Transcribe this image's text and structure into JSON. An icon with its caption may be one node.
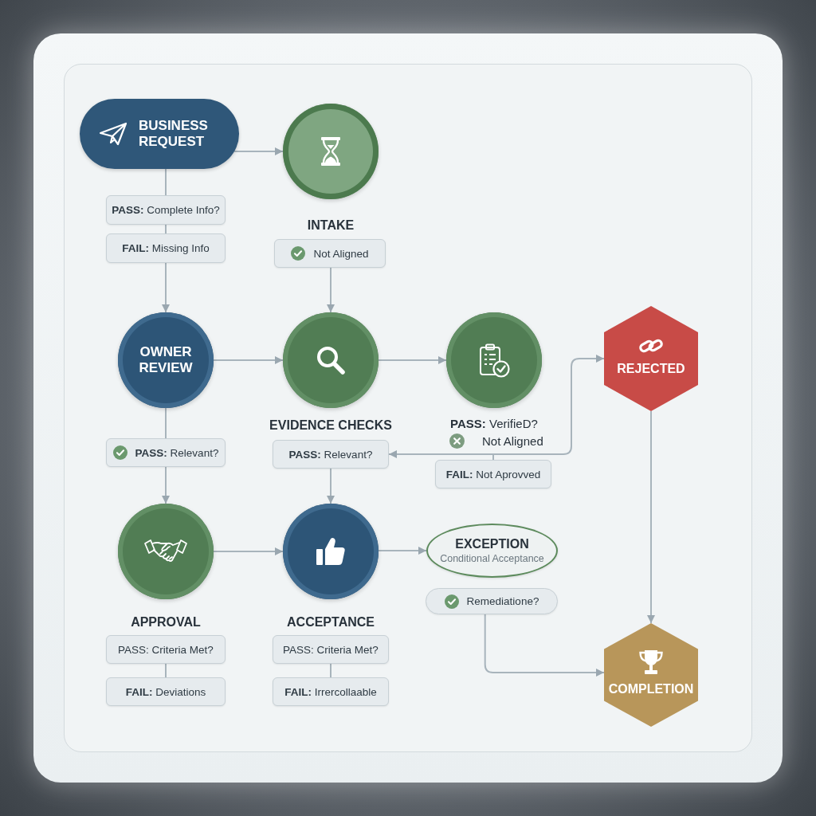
{
  "diagram": {
    "nodes": [
      {
        "text": [
          "BUSINESS REQUEST"
        ]
      },
      {
        "text": [
          "INTAKE"
        ]
      },
      {
        "text": [
          "**PASS:** Complete Info?"
        ]
      },
      {
        "text": [
          "**FAIL:** Missing Info"
        ]
      },
      {
        "text": [
          "Not Aligned"
        ]
      },
      {
        "text": [
          "OWNER REVIEW"
        ]
      },
      {
        "text": [
          "EVIDENCE CHECKS"
        ]
      },
      {
        "text": [
          "**PASS:** VerifieD?"
        ],
        "beside": [
          "Not Aligned"
        ]
      },
      {
        "text": [
          "REJECTED"
        ]
      },
      {
        "text": [
          "**PASS:** Relevant?"
        ]
      },
      {
        "text": [
          "**PASS:** Relevant?"
        ]
      },
      {
        "text": [
          "**FAIL:** Not Aprovved"
        ]
      },
      {
        "text": [
          "APPROVAL"
        ]
      },
      {
        "text": [
          "ACCEPTANCE"
        ]
      },
      {
        "text": [
          "EXCEPTION",
          "Conditional Acceptance"
        ]
      },
      {
        "text": [
          "Remediatione?"
        ]
      },
      {
        "text": [
          "COMPLETION"
        ]
      },
      {
        "text": [
          "PASS: Criteria Met?"
        ]
      },
      {
        "text": [
          "**FAIL:** Deviations"
        ]
      },
      {
        "text": [
          "PASS: Criteria Met?"
        ]
      },
      {
        "text": [
          "**FAIL:** Irrercollaable"
        ]
      }
    ],
    "edges": [
      {
        "from": 0,
        "to": 1,
        "arrow": "to"
      },
      {
        "from": 0,
        "to": 2,
        "arrow": "none"
      },
      {
        "from": 2,
        "to": 3,
        "arrow": "none"
      },
      {
        "from": 3,
        "to": 5,
        "arrow": "to"
      },
      {
        "from": 4,
        "to": 6,
        "arrow": "to"
      },
      {
        "from": 5,
        "to": 6,
        "arrow": "to"
      },
      {
        "from": 6,
        "to": 7,
        "arrow": "to"
      },
      {
        "from": 5,
        "to": 9,
        "arrow": "none"
      },
      {
        "from": 9,
        "to": 12,
        "arrow": "to"
      },
      {
        "from": 10,
        "to": 13,
        "arrow": "to"
      },
      {
        "from": 11,
        "to": 10,
        "arrow": "to"
      },
      {
        "from": 11,
        "to": 8,
        "arrow": "to"
      },
      {
        "from": 12,
        "to": 13,
        "arrow": "to"
      },
      {
        "from": 13,
        "to": 14,
        "arrow": "to"
      },
      {
        "from": 8,
        "to": 16,
        "arrow": "to"
      },
      {
        "from": 15,
        "to": 16,
        "arrow": "to"
      },
      {
        "from": 17,
        "to": 18,
        "arrow": "none"
      },
      {
        "from": 19,
        "to": 20,
        "arrow": "none"
      }
    ]
  }
}
